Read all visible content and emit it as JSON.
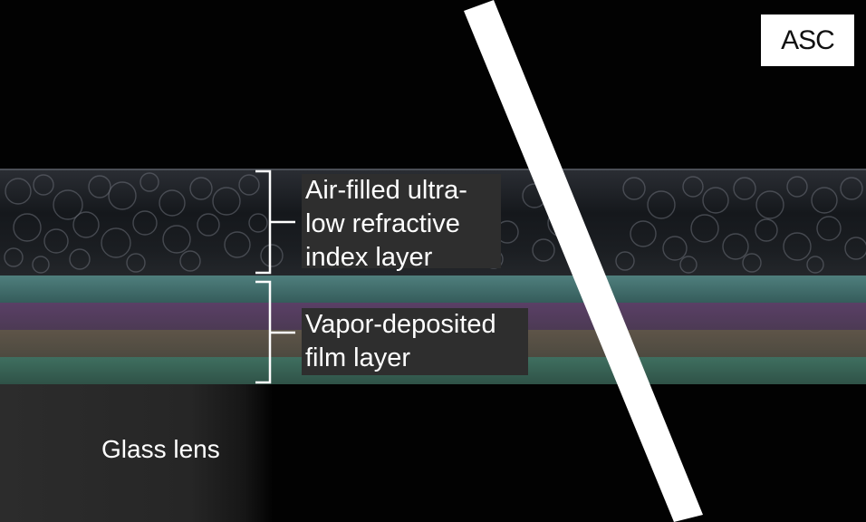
{
  "logo": {
    "text": "ASC"
  },
  "labels": {
    "air_layer": "Air-filled ultra-low refractive index layer",
    "film_layer": "Vapor-deposited film layer",
    "glass_lens": "Glass lens"
  },
  "colors": {
    "background": "#020202",
    "film_teal": "#3e6b69",
    "film_purple": "#5a3f66",
    "film_bronze": "#5e5448",
    "film_green": "#3a6658",
    "label_box": "#2e2e2e"
  }
}
